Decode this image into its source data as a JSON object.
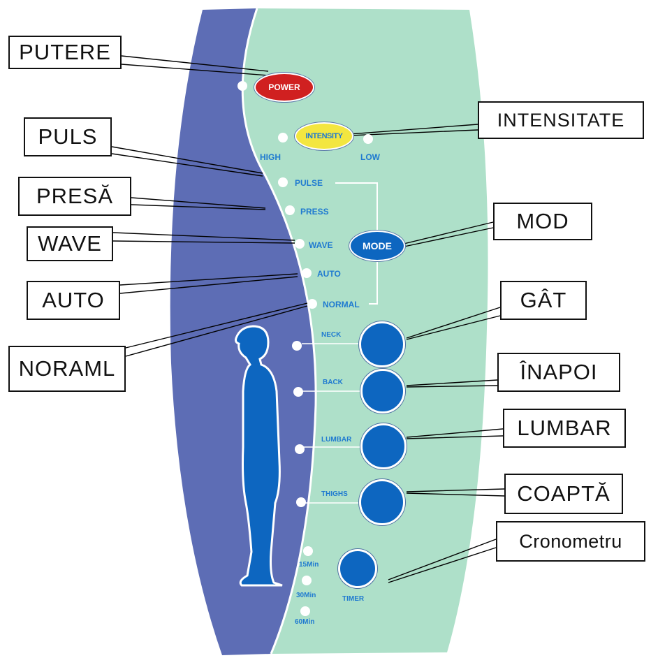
{
  "colors": {
    "panel_blue": "#5d6db5",
    "panel_green": "#aee0c9",
    "power_red": "#d02020",
    "intensity_yellow": "#f3e640",
    "button_blue": "#0d66c0",
    "label_blue": "#1f7ad0"
  },
  "callouts": {
    "putere": "PUTERE",
    "intensitate": "INTENSITATE",
    "puls": "PULS",
    "presa": "PRESĂ",
    "wave": "WAVE",
    "mod": "MOD",
    "auto": "AUTO",
    "gat": "GÂT",
    "noraml": "NORAML",
    "inapoi": "ÎNAPOI",
    "lumbar": "LUMBAR",
    "coapta": "COAPTĂ",
    "cronometru": "Cronometru"
  },
  "panel": {
    "power": "POWER",
    "intensity": "INTENSITY",
    "high": "HIGH",
    "low": "LOW",
    "pulse": "PULSE",
    "press": "PRESS",
    "wave": "WAVE",
    "auto": "AUTO",
    "normal": "NORMAL",
    "mode": "MODE",
    "neck": "NECK",
    "back": "BACK",
    "lumbar": "LUMBAR",
    "thighs": "THIGHS",
    "min15": "15Min",
    "min30": "30Min",
    "min60": "60Min",
    "timer": "TIMER"
  }
}
